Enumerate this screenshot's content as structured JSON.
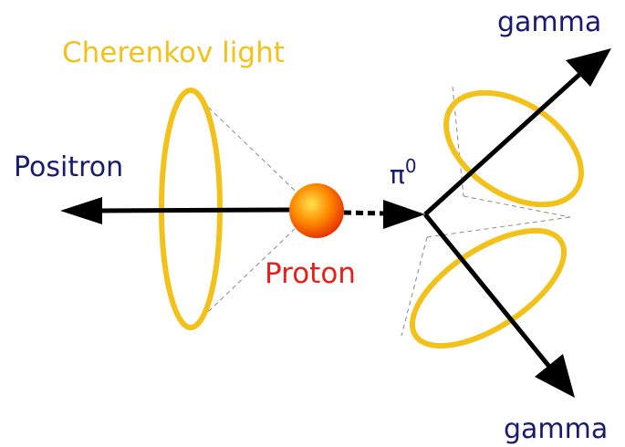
{
  "labels": {
    "cherenkov": "Cherenkov light",
    "positron": "Positron",
    "proton": "Proton",
    "pion_symbol": "π",
    "pion_superscript": "0",
    "gamma_top": "gamma",
    "gamma_bottom": "gamma"
  },
  "colors": {
    "cherenkov_ring": "#f2c21a",
    "cherenkov_label": "#f2c21a",
    "particle_label": "#1a1a6e",
    "proton_label": "#e8201a",
    "arrow": "#000000",
    "cone_lines": "#888888",
    "proton_core": "#ffe14d",
    "proton_mid": "#ff8a00",
    "proton_edge": "#e83a00"
  }
}
